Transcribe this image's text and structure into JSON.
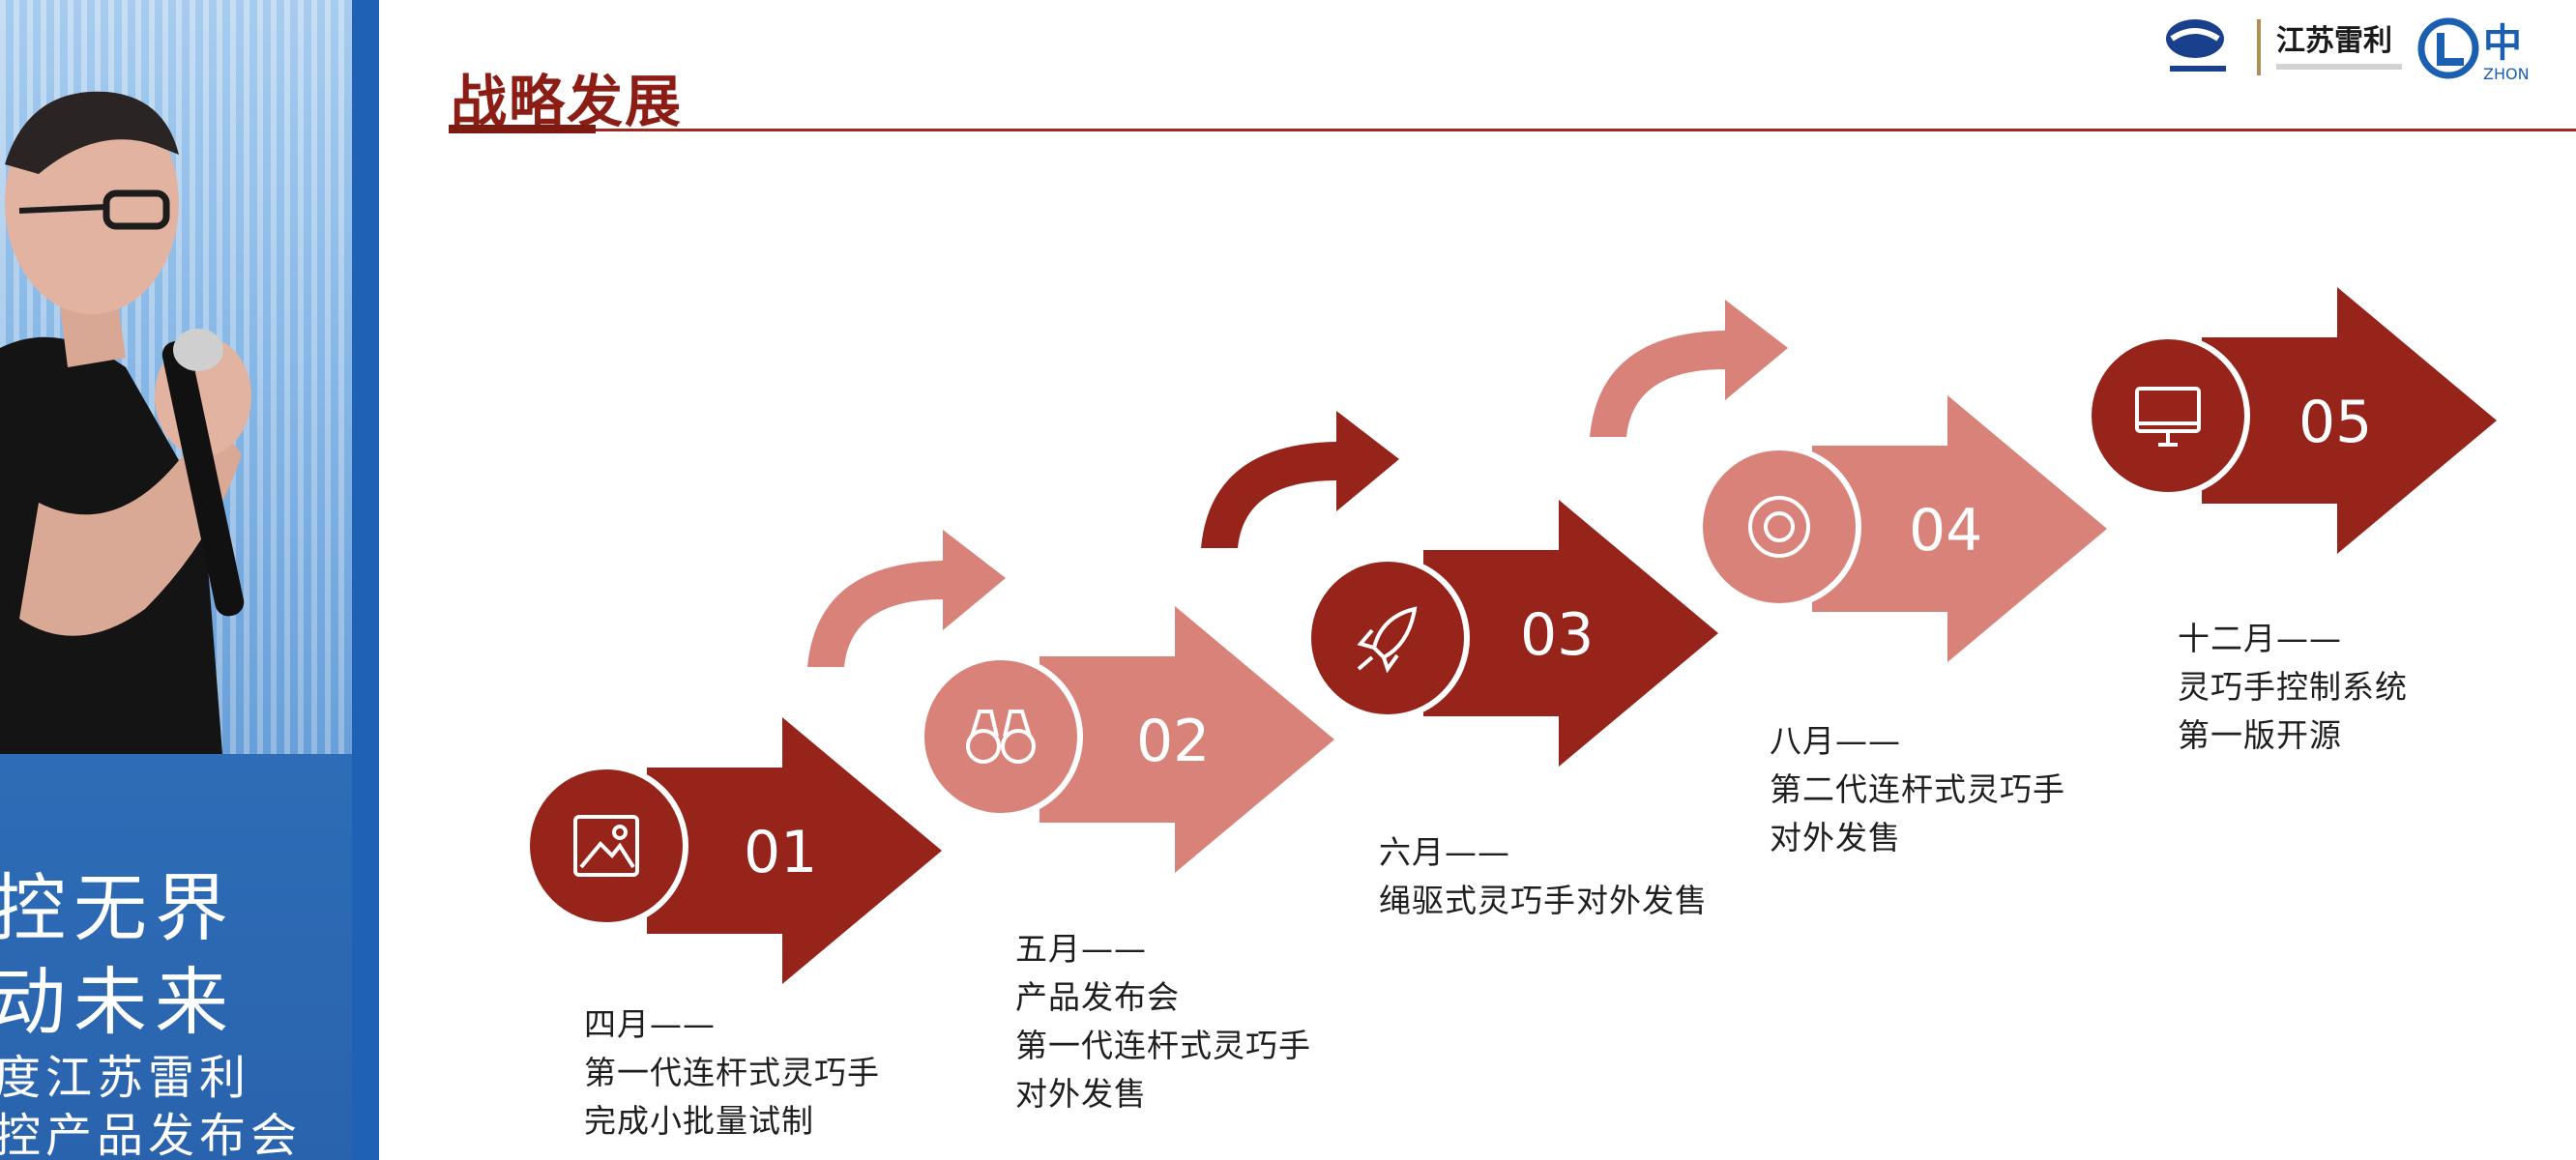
{
  "slide": {
    "title": "战略发展",
    "logo_company": "江苏雷利",
    "logo_partner": "中",
    "logo_partner_small": "ZHON"
  },
  "stage_slogan": {
    "line1": "控无界",
    "line2": "动未来",
    "line3": "度江苏雷利",
    "line4": "控产品发布会"
  },
  "steps": [
    {
      "number": "01",
      "icon": "image-icon",
      "month": "四月——",
      "lines": [
        "第一代连杆式灵巧手",
        "完成小批量试制"
      ]
    },
    {
      "number": "02",
      "icon": "binoculars-icon",
      "month": "五月——",
      "lines": [
        "产品发布会",
        "第一代连杆式灵巧手",
        "对外发售"
      ]
    },
    {
      "number": "03",
      "icon": "rocket-icon",
      "month": "六月——",
      "lines": [
        "绳驱式灵巧手对外发售"
      ]
    },
    {
      "number": "04",
      "icon": "lifebuoy-icon",
      "month": "八月——",
      "lines": [
        "第二代连杆式灵巧手",
        "对外发售"
      ]
    },
    {
      "number": "05",
      "icon": "monitor-icon",
      "month": "十二月——",
      "lines": [
        "灵巧手控制系统",
        "第一版开源"
      ]
    }
  ],
  "colors": {
    "dark_red": "#96241a",
    "light_red": "#d98279",
    "title_red": "#8b1d15"
  }
}
